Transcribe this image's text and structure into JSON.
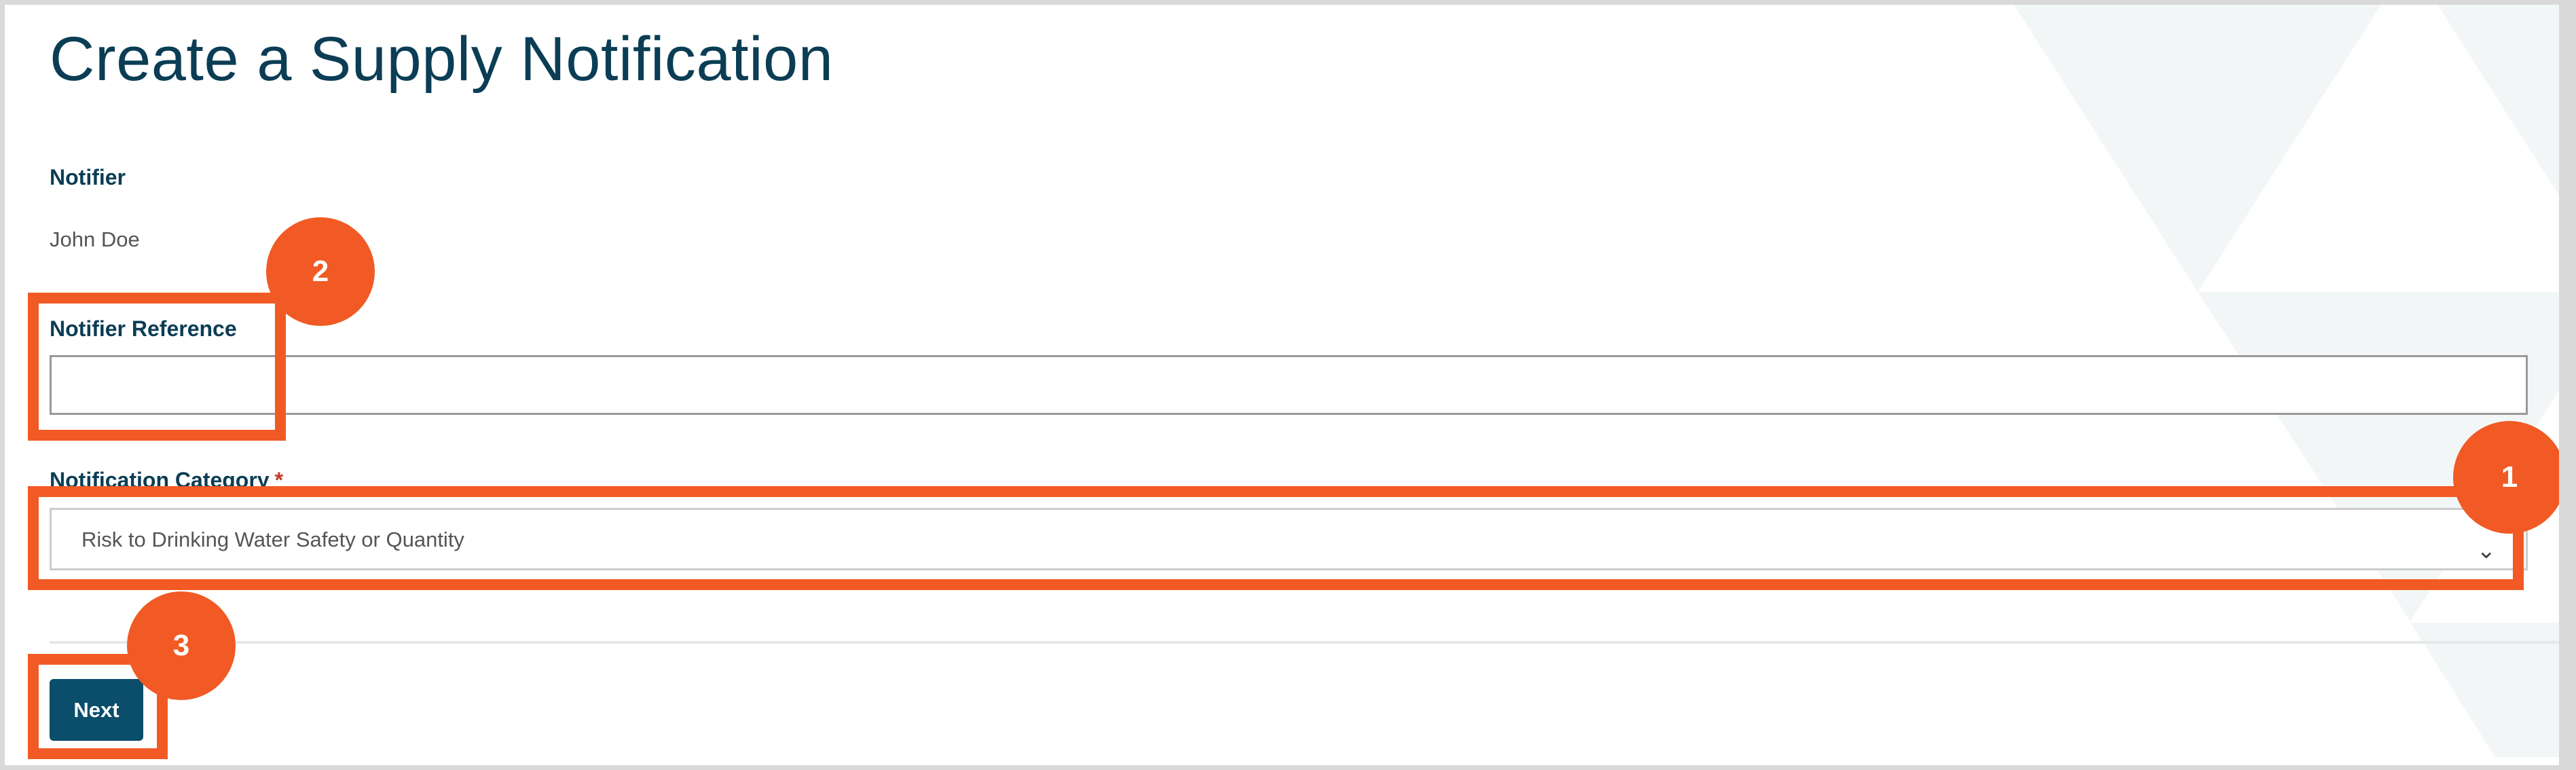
{
  "page": {
    "title": "Create a Supply Notification"
  },
  "form": {
    "notifier_label": "Notifier",
    "notifier_value": "John Doe",
    "reference_label": "Notifier Reference",
    "reference_value": "",
    "category_label": "Notification Category",
    "category_required": "*",
    "category_value": "Risk to Drinking Water Safety or Quantity",
    "next_label": "Next"
  },
  "annotations": {
    "one": "1",
    "two": "2",
    "three": "3"
  },
  "colors": {
    "brand": "#0a4e6b",
    "annotation": "#f15a24",
    "required": "#c0392b"
  }
}
